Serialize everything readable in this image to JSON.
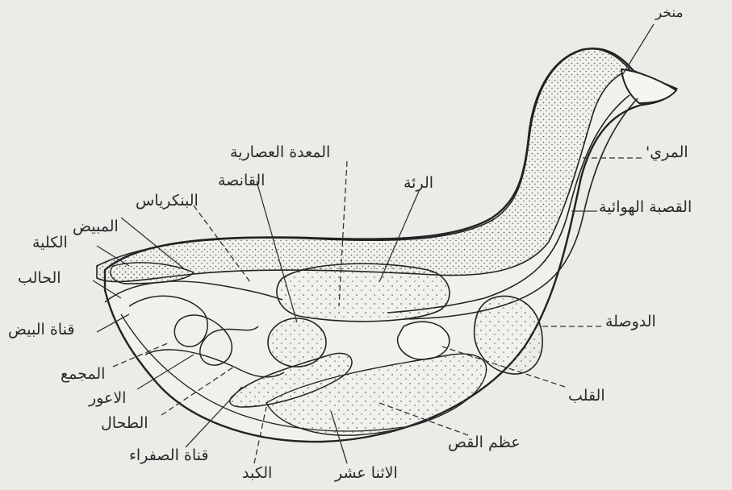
{
  "labels": {
    "nostril": "منخر",
    "esophagus": "المري'",
    "trachea": "القصبة الهوائية",
    "crop": "الدوصلة",
    "heart": "القلب",
    "keel": "عظم القص",
    "duodenum": "الاثنا عشر",
    "liver": "الكبد",
    "bile_duct": "قناة الصفراء",
    "spleen": "الطحال",
    "caecum": "الاعور",
    "cloaca": "المجمع",
    "oviduct": "قناة البيض",
    "ureter": "الحالب",
    "kidney": "الكلية",
    "ovary": "المبيض",
    "pancreas": "البنكرياس",
    "gizzard": "القانصة",
    "proventriculus": "المعدة العصارية",
    "lung": "الرئة"
  },
  "colors": {
    "background": "#ecebe8",
    "ink": "#2a2a2a"
  }
}
